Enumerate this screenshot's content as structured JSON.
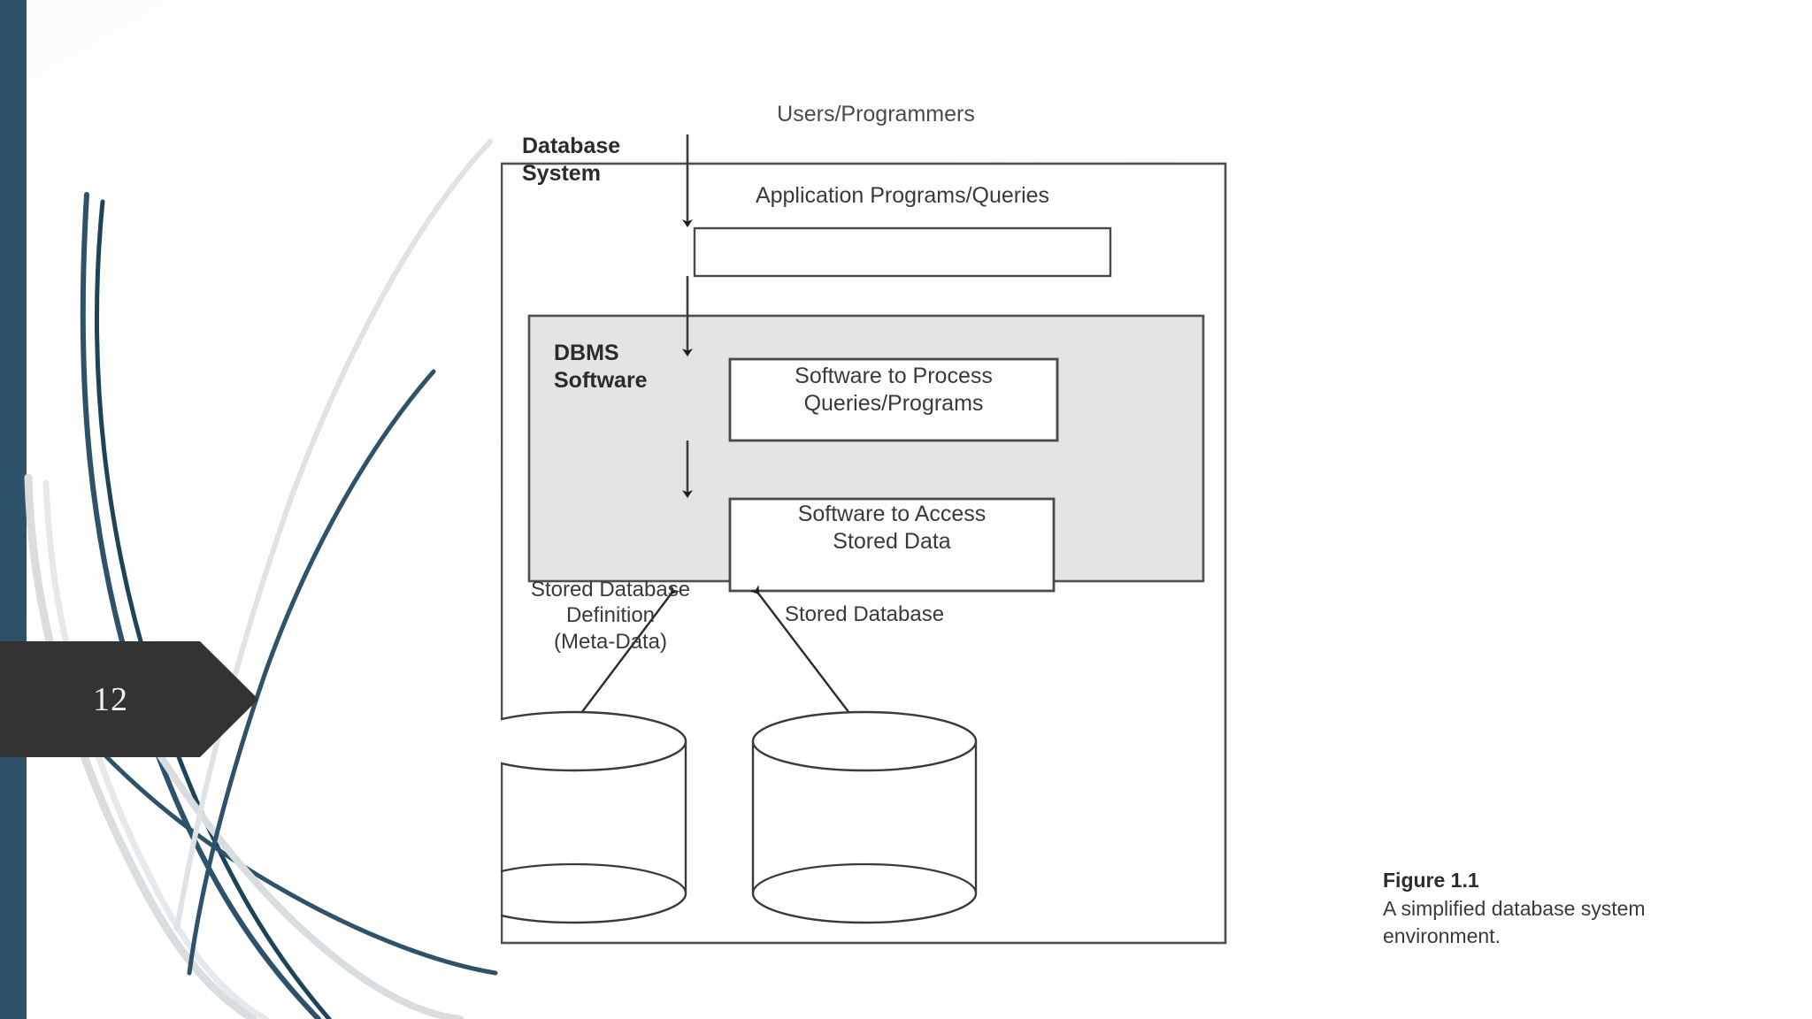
{
  "slide": {
    "page_number": "12",
    "accent_color": "#2e5269",
    "badge_color": "#333333",
    "background_color": "#ffffff"
  },
  "figure": {
    "top_actor": "Users/Programmers",
    "outer_box_label": "Database\nSystem",
    "inner_box_label": "DBMS\nSoftware",
    "inner_box_fill": "#e4e4e4",
    "boxes": [
      {
        "id": "application-programs",
        "label": "Application Programs/Queries"
      },
      {
        "id": "software-process",
        "label": "Software to Process\nQueries/Programs"
      },
      {
        "id": "software-access",
        "label": "Software to Access\nStored Data"
      }
    ],
    "cylinders": [
      {
        "id": "stored-database-definition",
        "label": "Stored Database\nDefinition\n(Meta-Data)"
      },
      {
        "id": "stored-database",
        "label": "Stored Database"
      }
    ]
  },
  "caption": {
    "title": "Figure 1.1",
    "body": "A simplified database\nsystem environment."
  }
}
